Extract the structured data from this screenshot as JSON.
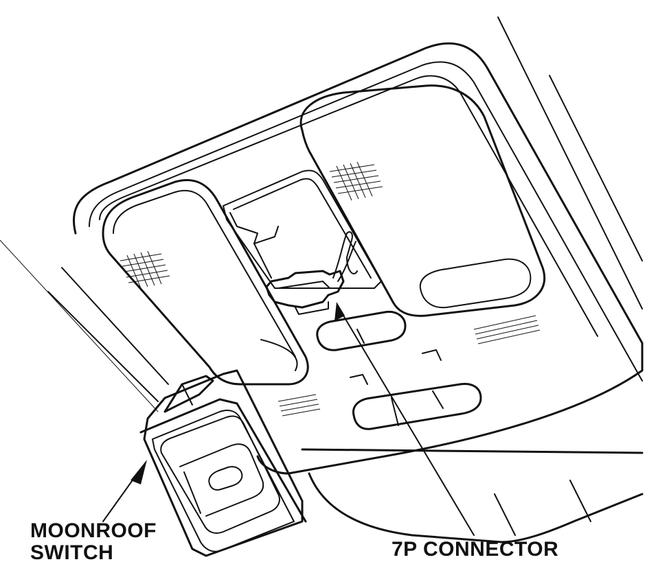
{
  "labels": {
    "switch_line1": "MOONROOF",
    "switch_line2": "SWITCH",
    "connector": "7P CONNECTOR"
  },
  "colors": {
    "ink": "#111111",
    "paper": "#ffffff"
  }
}
